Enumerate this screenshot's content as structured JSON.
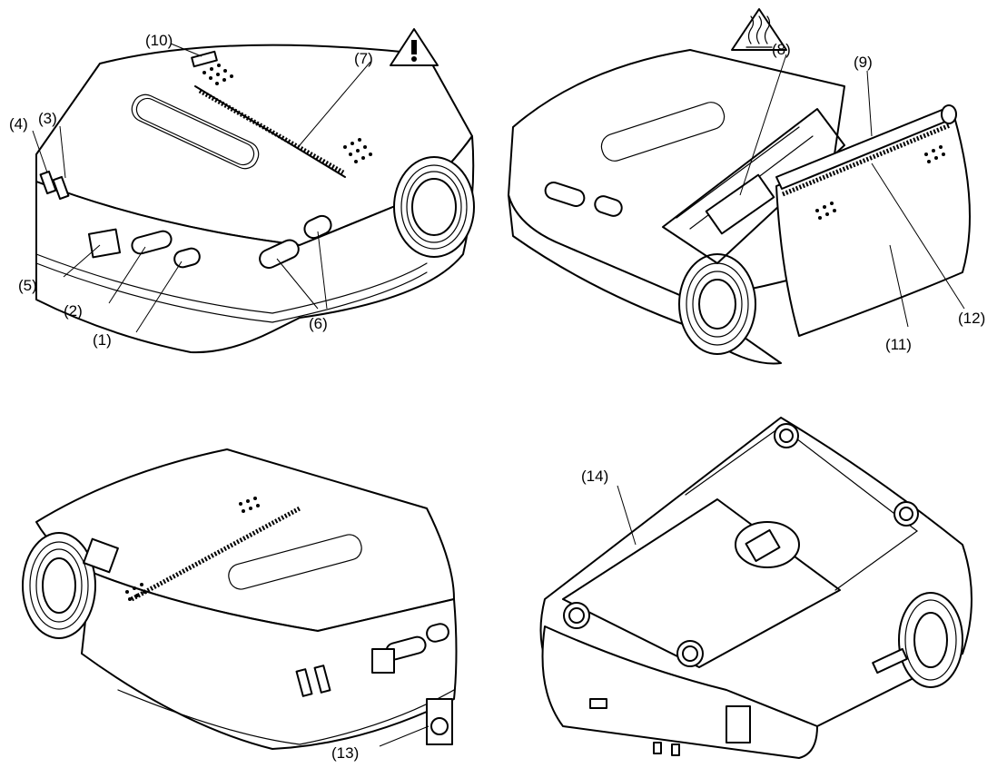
{
  "figure": {
    "views": [
      {
        "id": "top-front-left",
        "callouts": [
          "(1)",
          "(2)",
          "(3)",
          "(4)",
          "(5)",
          "(6)",
          "(7)",
          "(10)"
        ]
      },
      {
        "id": "cover-open",
        "callouts": [
          "(8)",
          "(9)",
          "(11)",
          "(12)"
        ]
      },
      {
        "id": "top-front-right",
        "callouts": [
          "(13)"
        ]
      },
      {
        "id": "bottom",
        "callouts": [
          "(14)"
        ]
      }
    ],
    "labels": {
      "c1": "(1)",
      "c2": "(2)",
      "c3": "(3)",
      "c4": "(4)",
      "c5": "(5)",
      "c6": "(6)",
      "c7": "(7)",
      "c8": "(8)",
      "c9": "(9)",
      "c10": "(10)",
      "c11": "(11)",
      "c12": "(12)",
      "c13": "(13)",
      "c14": "(14)"
    },
    "icons": [
      "caution-exclamation-icon",
      "hot-surface-icon"
    ]
  }
}
